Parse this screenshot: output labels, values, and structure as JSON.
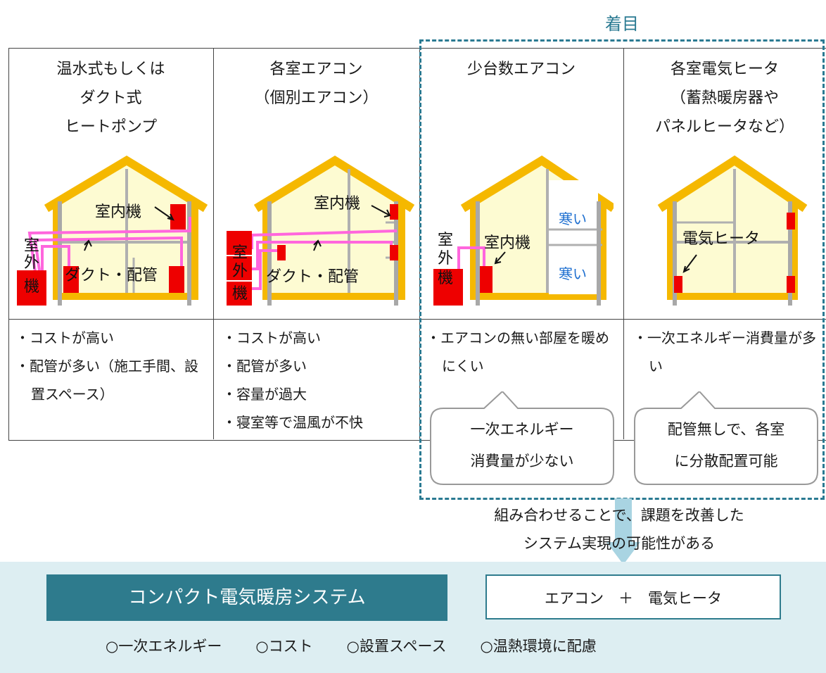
{
  "focus_label": "着目",
  "columns": [
    {
      "title": "温水式もしくは\nダクト式\nヒートポンプ",
      "issues": [
        "コストが高い",
        "配管が多い（施工手間、設置スペース）"
      ],
      "labels": {
        "indoor": "室内機",
        "outdoor": "室\n外\n機",
        "duct": "ダクト・配管"
      }
    },
    {
      "title": "各室エアコン\n（個別エアコン）",
      "issues": [
        "コストが高い",
        "配管が多い",
        "容量が過大",
        "寝室等で温風が不快"
      ],
      "labels": {
        "indoor": "室内機",
        "outdoor": "室\n外\n機",
        "duct": "ダクト・配管"
      }
    },
    {
      "title": "少台数エアコン",
      "issues": [
        "エアコンの無い部屋を暖めにくい"
      ],
      "labels": {
        "indoor": "室内機",
        "outdoor": "室\n外\n機",
        "cold1": "寒い",
        "cold2": "寒い"
      }
    },
    {
      "title": "各室電気ヒータ\n（蓄熱暖房器や\nパネルヒータなど）",
      "issues": [
        "一次エネルギー消費量が多い"
      ],
      "labels": {
        "heater": "電気ヒータ"
      }
    }
  ],
  "bubbles": [
    {
      "text": "一次エネルギー\n消費量が少ない"
    },
    {
      "text": "配管無しで、各室\nに分散配置可能"
    }
  ],
  "combine_text": "組み合わせることで、課題を改善した\nシステム実現の可能性がある",
  "system_name": "コンパクト電気暖房システム",
  "formula": "エアコン　＋　電気ヒータ",
  "benefits": [
    "○一次エネルギー",
    "○コスト",
    "○設置スペース",
    "○温熱環境に配慮"
  ],
  "colors": {
    "accent": "#2a7a92",
    "roof": "#f5b800",
    "wall_fill": "#fdfbd2",
    "unit": "#ee0000",
    "pipe": "#ff66dd",
    "cold_text": "#1e6fd0",
    "bottom_panel": "#ddeef2",
    "system_box": "#2e7b8d"
  }
}
